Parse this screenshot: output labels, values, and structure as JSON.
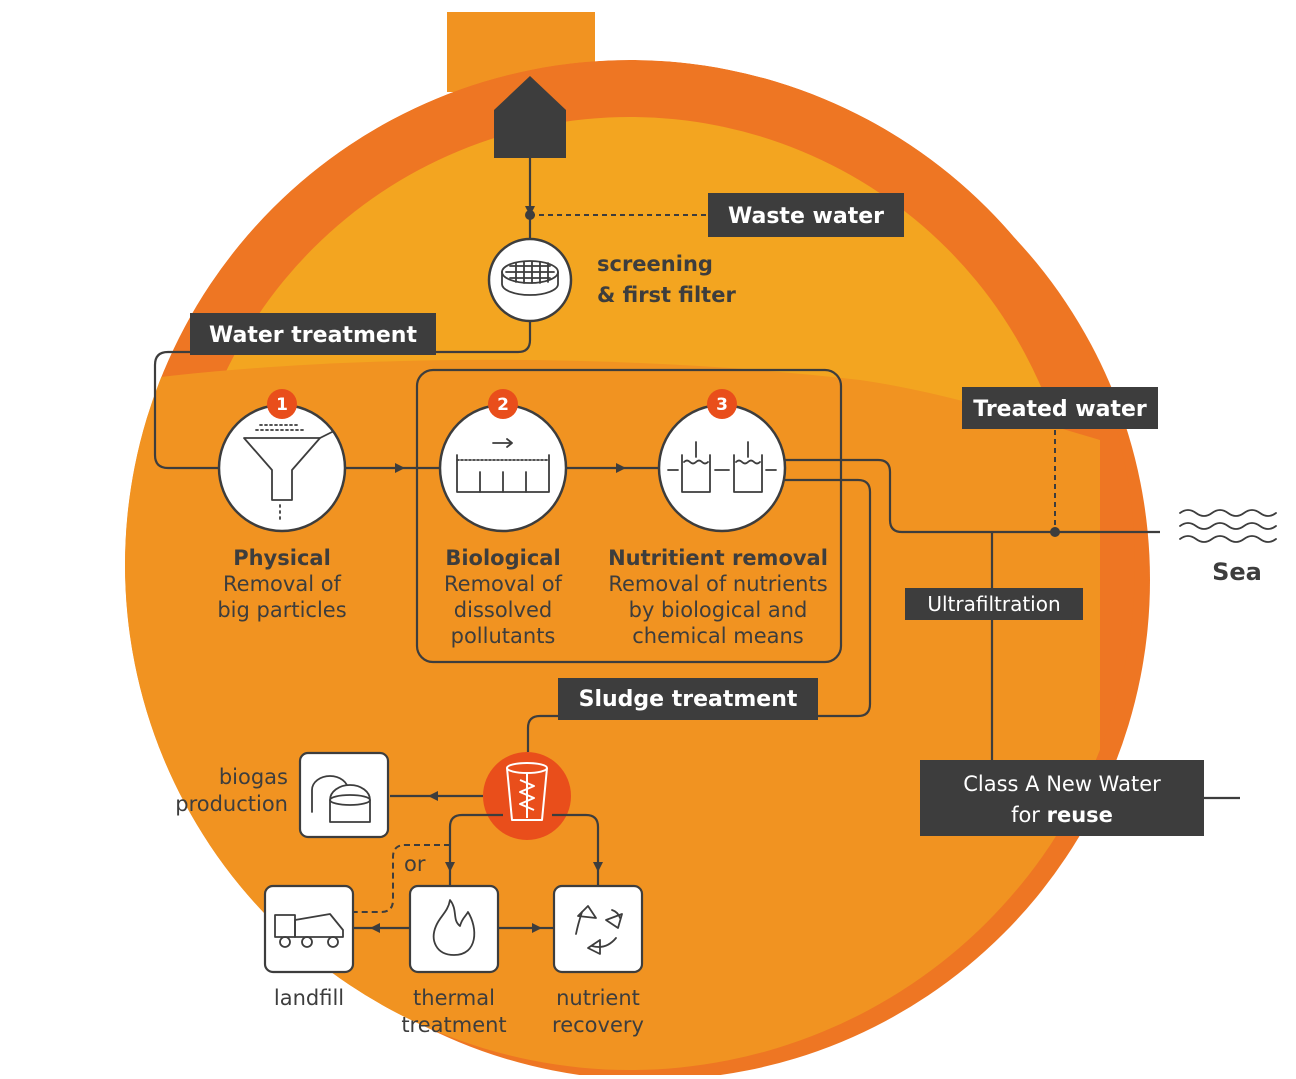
{
  "labels": {
    "waste_water": "Waste water",
    "screening_1": "screening",
    "screening_2": "& first filter",
    "water_treatment": "Water treatment",
    "treated_water": "Treated water",
    "sea": "Sea",
    "ultrafiltration": "Ultrafiltration",
    "sludge_treatment": "Sludge treatment",
    "class_a_1": "Class A New Water",
    "class_a_2_pre": "for ",
    "class_a_2_bold": "reuse",
    "or": "or"
  },
  "stages": [
    {
      "num": "1",
      "title": "Physical",
      "lines": [
        "Removal of",
        "big particles"
      ]
    },
    {
      "num": "2",
      "title": "Biological",
      "lines": [
        "Removal of",
        "dissolved",
        "pollutants"
      ]
    },
    {
      "num": "3",
      "title": "Nutritient removal",
      "lines": [
        "Removal of nutrients",
        "by biological and",
        "chemical means"
      ]
    }
  ],
  "sludge": {
    "biogas_1": "biogas",
    "biogas_2": "production",
    "landfill": "landfill",
    "thermal_1": "thermal",
    "thermal_2": "treatment",
    "nutrient_1": "nutrient",
    "nutrient_2": "recovery"
  },
  "colors": {
    "orange_dark": "#ee7623",
    "orange_mid": "#f19321",
    "orange_light": "#f3a520",
    "charcoal": "#3d3d3d",
    "badge_red": "#e94e1b"
  }
}
